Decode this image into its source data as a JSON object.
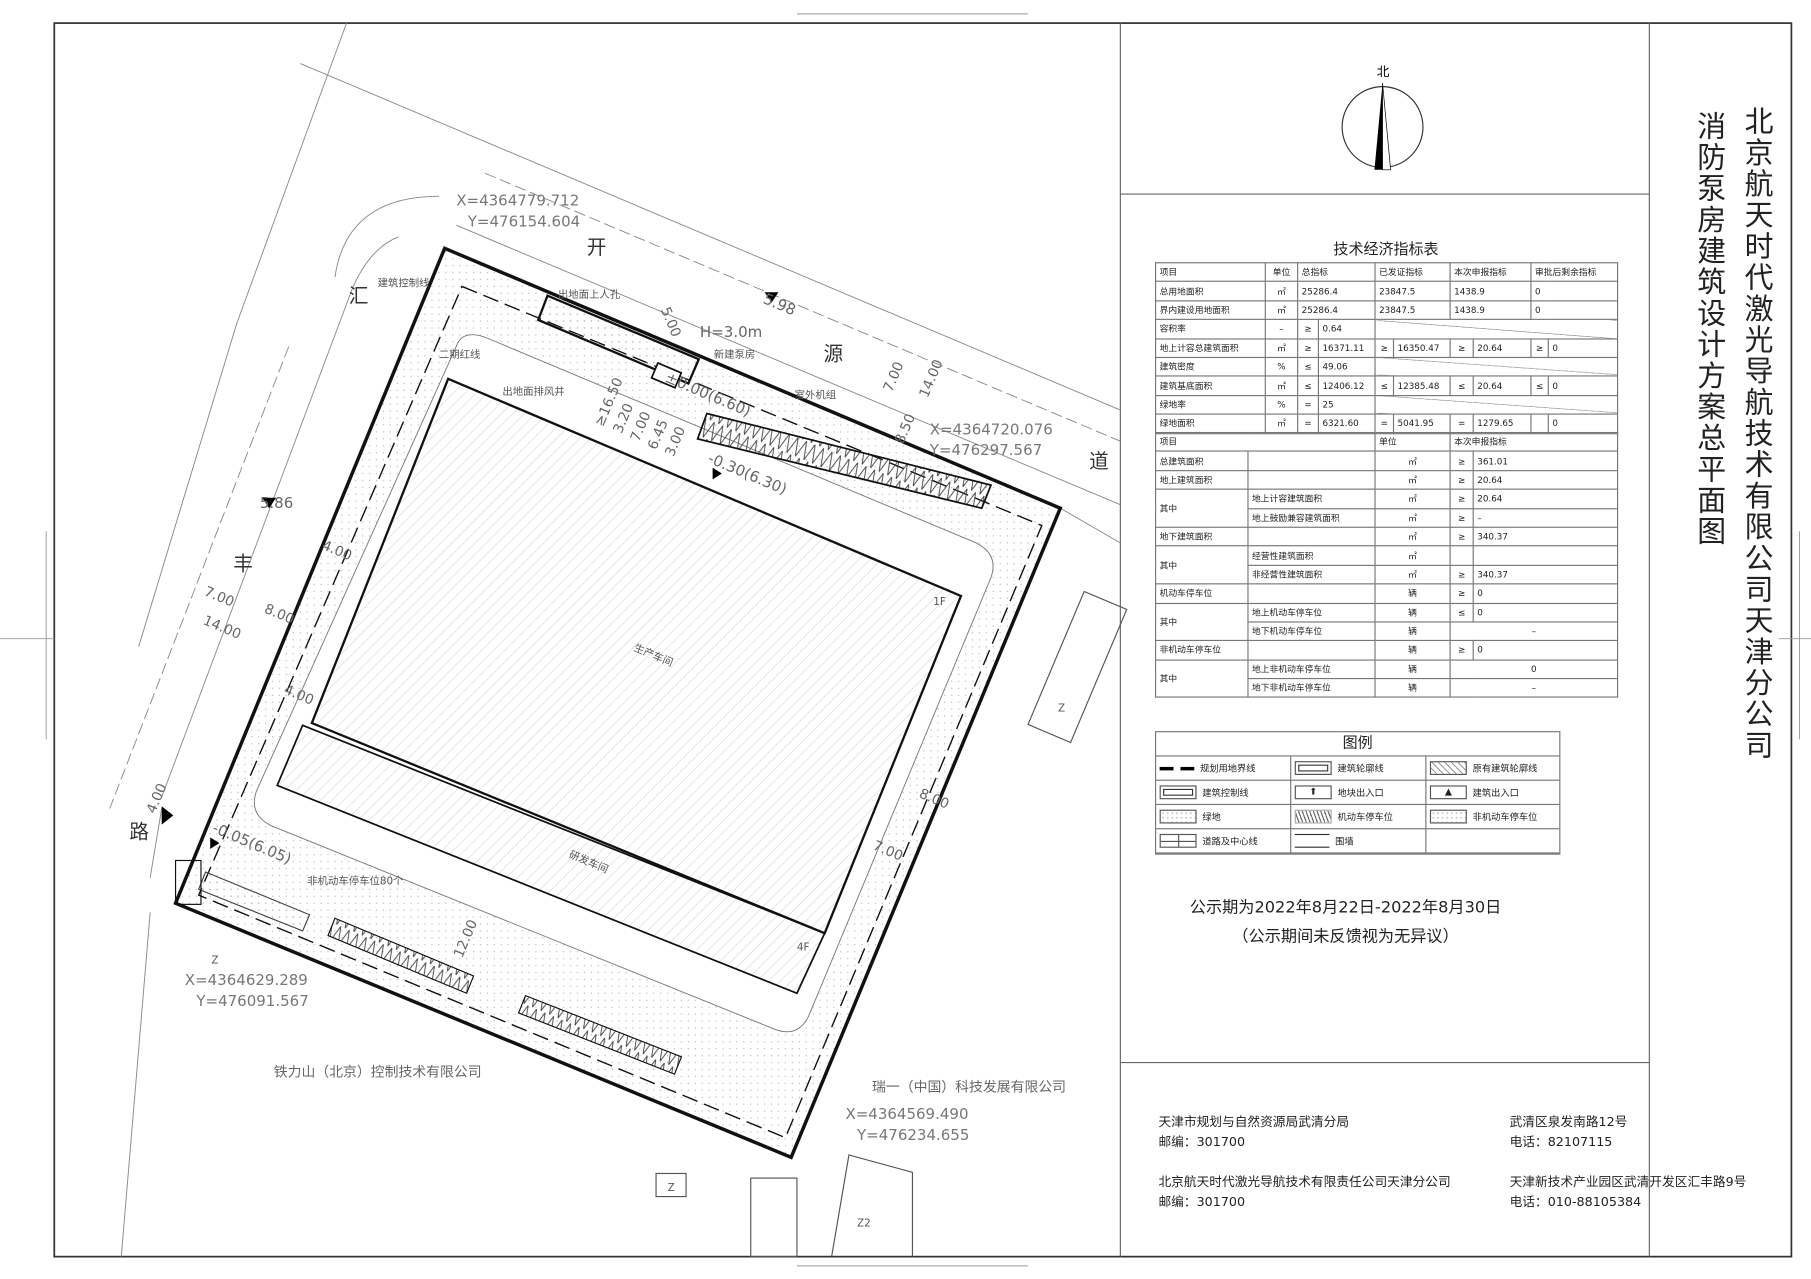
{
  "title": "北京航天时代激光导航技术有限公司天津分公司",
  "subtitle": "消防泵房建筑设计方案总平面图",
  "north_label": "北",
  "plan": {
    "coord_nw": {
      "x": "X=4364779.712",
      "y": "Y=476154.604"
    },
    "coord_ne": {
      "x": "X=4364720.076",
      "y": "Y=476297.567"
    },
    "coord_sw": {
      "x": "X=4364629.289",
      "y": "Y=476091.567"
    },
    "coord_se": {
      "x": "X=4364569.490",
      "y": "Y=476234.655"
    },
    "road_top": [
      "开",
      "源",
      "道"
    ],
    "road_left": [
      "汇",
      "丰",
      "路"
    ],
    "labels": {
      "control_line": "建筑控制线",
      "phase2_line": "二期红线",
      "manhole": "出地面上人孔",
      "vent_shaft": "出地面排风井",
      "height": "H=3.0m",
      "pump_room": "新建泵房",
      "outdoor_unit": "室外机组",
      "elev_pump": "±0.00(6.60)",
      "elev_main": "-0.30(6.30)",
      "elev_entry": "-0.05(6.05)",
      "road_elev_top": "5.98",
      "road_elev_left": "5.86",
      "production": "生产车间",
      "rnd": "研发车间",
      "floors_1f": "1F",
      "floors_4f": "4F",
      "bike_parking": "非机动车停车位80个",
      "neighbor_east": "瑞一（中国）科技发展有限公司",
      "neighbor_south": "铁力山（北京）控制技术有限公司",
      "zone_z": "Z",
      "zone_z2": "Z2"
    },
    "dims": [
      "7.00",
      "14.00",
      "8.50",
      "7.00",
      "8.00",
      "14.00",
      "4.00",
      "4.00",
      "12.00",
      "7.00",
      "8.00",
      "5.00",
      "3.20",
      "≥16.50",
      "7.00",
      "3.00",
      "6.45",
      "4.00"
    ]
  },
  "tech_table": {
    "title": "技术经济指标表",
    "headers": [
      "项目",
      "单位",
      "总指标",
      "已发证指标",
      "本次申报指标",
      "审批后剩余指标"
    ],
    "rows": [
      {
        "item": "总用地面积",
        "unit": "㎡",
        "total": [
          "",
          "25286.4"
        ],
        "issued": [
          "",
          "23847.5"
        ],
        "current": [
          "",
          "1438.9"
        ],
        "remaining": [
          "",
          "0"
        ]
      },
      {
        "item": "界内建设用地面积",
        "unit": "㎡",
        "total": [
          "",
          "25286.4"
        ],
        "issued": [
          "",
          "23847.5"
        ],
        "current": [
          "",
          "1438.9"
        ],
        "remaining": [
          "",
          "0"
        ]
      },
      {
        "item": "容积率",
        "unit": "–",
        "total": [
          "≥",
          "0.64"
        ],
        "issued": null
      },
      {
        "item": "地上计容总建筑面积",
        "unit": "㎡",
        "total": [
          "≥",
          "16371.11"
        ],
        "issued": [
          "≥",
          "16350.47"
        ],
        "current": [
          "≥",
          "20.64"
        ],
        "remaining": [
          "≥",
          "0"
        ]
      },
      {
        "item": "建筑密度",
        "unit": "%",
        "total": [
          "≤",
          "49.06"
        ],
        "issued": null
      },
      {
        "item": "建筑基底面积",
        "unit": "㎡",
        "total": [
          "≤",
          "12406.12"
        ],
        "issued": [
          "≤",
          "12385.48"
        ],
        "current": [
          "≤",
          "20.64"
        ],
        "remaining": [
          "≤",
          "0"
        ]
      },
      {
        "item": "绿地率",
        "unit": "%",
        "total": [
          "=",
          "25"
        ],
        "issued": null
      },
      {
        "item": "绿地面积",
        "unit": "㎡",
        "total": [
          "=",
          "6321.60"
        ],
        "issued": [
          "=",
          "5041.95"
        ],
        "current": [
          "=",
          "1279.65"
        ],
        "remaining": [
          "",
          "0"
        ]
      }
    ]
  },
  "application_table": {
    "headers": [
      "项目",
      "单位",
      "本次申报指标"
    ],
    "rows": [
      {
        "group": "总建筑面积",
        "item": "",
        "unit": "㎡",
        "op": "≥",
        "value": "361.01"
      },
      {
        "group": "地上建筑面积",
        "item": "",
        "unit": "㎡",
        "op": "≥",
        "value": "20.64"
      },
      {
        "group": "其中",
        "span": 2,
        "item": "地上计容建筑面积",
        "unit": "㎡",
        "op": "≥",
        "value": "20.64"
      },
      {
        "group": null,
        "item": "地上鼓励兼容建筑面积",
        "unit": "㎡",
        "op": "≥",
        "value": "–"
      },
      {
        "group": "地下建筑面积",
        "item": "",
        "unit": "㎡",
        "op": "≥",
        "value": "340.37"
      },
      {
        "group": "其中",
        "span": 2,
        "item": "经营性建筑面积",
        "unit": "㎡",
        "op": "",
        "value": ""
      },
      {
        "group": null,
        "item": "非经营性建筑面积",
        "unit": "㎡",
        "op": "≥",
        "value": "340.37"
      },
      {
        "group": "机动车停车位",
        "item": "",
        "unit": "辆",
        "op": "≥",
        "value": "0"
      },
      {
        "group": "其中",
        "span": 2,
        "item": "地上机动车停车位",
        "unit": "辆",
        "op": "≤",
        "value": "0"
      },
      {
        "group": null,
        "item": "地下机动车停车位",
        "unit": "辆",
        "merged": "–"
      },
      {
        "group": "非机动车停车位",
        "item": "",
        "unit": "辆",
        "op": "≥",
        "value": "0"
      },
      {
        "group": "其中",
        "span": 2,
        "item": "地上非机动车停车位",
        "unit": "辆",
        "merged": "0"
      },
      {
        "group": null,
        "item": "地下非机动车停车位",
        "unit": "辆",
        "merged": "–"
      }
    ]
  },
  "legend": {
    "title": "图例",
    "items": [
      {
        "label": "规划用地界线",
        "icon": "dashed-thick-line"
      },
      {
        "label": "建筑轮廓线",
        "icon": "rectangle-outline"
      },
      {
        "label": "原有建筑轮廓线",
        "icon": "hatched-rectangle"
      },
      {
        "label": "建筑控制线",
        "icon": "bracket-outline"
      },
      {
        "label": "地块出入口",
        "icon": "arrow-up"
      },
      {
        "label": "建筑出入口",
        "icon": "triangle-up"
      },
      {
        "label": "绿地",
        "icon": "dotted-fill"
      },
      {
        "label": "机动车停车位",
        "icon": "zigzag-fill"
      },
      {
        "label": "非机动车停车位",
        "icon": "dotted-fill"
      },
      {
        "label": "道路及中心线",
        "icon": "road-crossing"
      },
      {
        "label": "围墙",
        "icon": "wall-line"
      },
      {
        "label": "",
        "icon": ""
      }
    ]
  },
  "notice": {
    "period": "公示期为2022年8月22日-2022年8月30日",
    "note": "（公示期间未反馈视为无异议）"
  },
  "contacts": [
    {
      "org": "天津市规划与自然资源局武清分局",
      "postcode": "邮编：301700",
      "address": "武清区泉发南路12号",
      "phone": "电话：82107115"
    },
    {
      "org": "北京航天时代激光导航技术有限责任公司天津分公司",
      "postcode": "邮编：301700",
      "address": "天津新技术产业园区武清开发区汇丰路9号",
      "phone": "电话：010-88105384"
    }
  ]
}
